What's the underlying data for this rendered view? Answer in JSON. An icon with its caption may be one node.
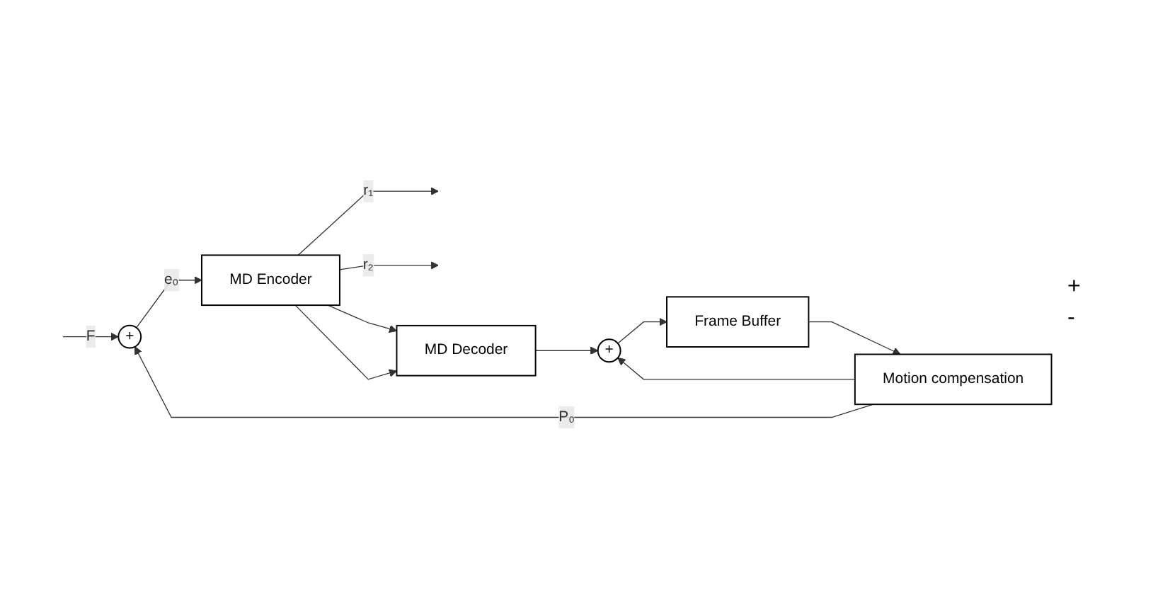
{
  "diagram": {
    "nodes": [
      {
        "text": [
          "+"
        ]
      },
      {
        "text": [
          "MD Encoder"
        ]
      },
      {
        "text": [
          "MD Decoder"
        ]
      },
      {
        "text": [
          "+"
        ]
      },
      {
        "text": [
          "Frame Buffer"
        ]
      },
      {
        "text": [
          "Motion compensation"
        ]
      }
    ],
    "edges": [
      {
        "from": null,
        "to": 0,
        "arrow": "to",
        "label": "F"
      },
      {
        "from": 0,
        "to": 1,
        "arrow": "to",
        "label": "e₀"
      },
      {
        "from": 1,
        "to": null,
        "arrow": "to",
        "label": "r₁"
      },
      {
        "from": 1,
        "to": null,
        "arrow": "to",
        "label": "r₂"
      },
      {
        "from": 1,
        "to": 2,
        "arrow": "to"
      },
      {
        "from": 1,
        "to": 2,
        "arrow": "to"
      },
      {
        "from": 2,
        "to": 3,
        "arrow": "to"
      },
      {
        "from": 3,
        "to": 4,
        "arrow": "to"
      },
      {
        "from": 4,
        "to": 5,
        "arrow": "to"
      },
      {
        "from": 5,
        "to": 0,
        "arrow": "to",
        "label": "P₀"
      },
      {
        "from": 5,
        "to": 3,
        "arrow": "to"
      }
    ],
    "labels": [
      "+",
      "-"
    ]
  }
}
